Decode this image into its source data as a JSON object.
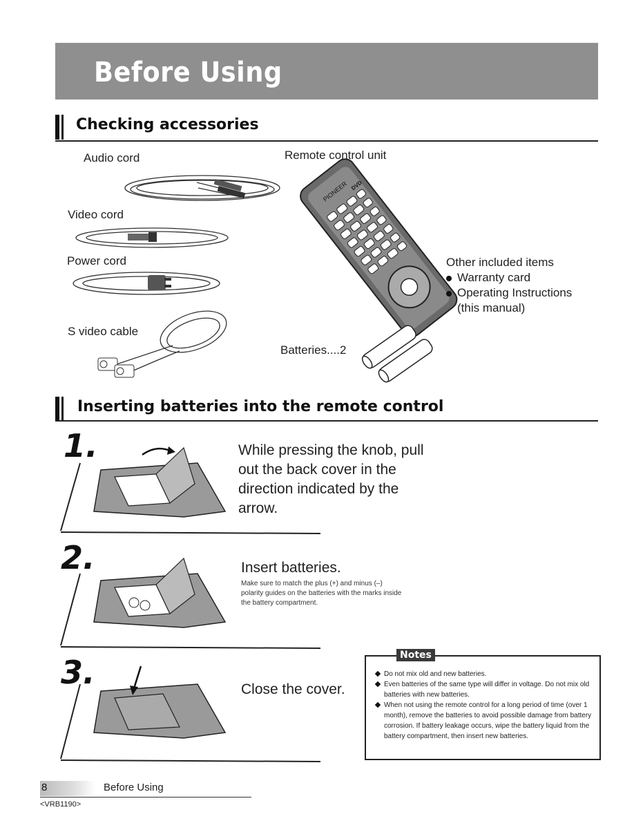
{
  "header": {
    "title": "Before Using"
  },
  "accessories": {
    "heading": "Checking accessories",
    "audio_cord": "Audio cord",
    "video_cord": "Video cord",
    "power_cord": "Power cord",
    "s_video_cable": "S video cable",
    "remote_control": "Remote control unit",
    "batteries": "Batteries....2",
    "other_title": "Other included items",
    "other_items": [
      "Warranty card",
      "Operating Instructions",
      "(this manual)"
    ]
  },
  "batteries_section": {
    "heading": "Inserting batteries into the remote control",
    "steps": [
      {
        "num": "1.",
        "lines": [
          "While pressing the knob, pull",
          "out the back cover in the",
          "direction indicated by the",
          "arrow."
        ]
      },
      {
        "num": "2.",
        "title": "Insert batteries.",
        "detail": [
          "Make sure to match the plus (+) and minus (–)",
          "polarity guides on the batteries with the marks inside",
          "the battery compartment."
        ]
      },
      {
        "num": "3.",
        "title": "Close the cover."
      }
    ]
  },
  "notes": {
    "tag": "Notes",
    "items": [
      "Do not mix old and new batteries.",
      "Even batteries of the same type will differ in voltage. Do not mix old batteries with new batteries.",
      "When not using the remote control for a long period of time (over 1 month), remove the batteries to avoid possible damage from battery corrosion. If battery leakage occurs, wipe the battery liquid from the battery compartment, then insert new batteries."
    ]
  },
  "remote_brand": "PIONEER",
  "remote_badge": "DVD",
  "footer": {
    "page": "8",
    "label": "Before Using",
    "code": "<VRB1190>"
  }
}
